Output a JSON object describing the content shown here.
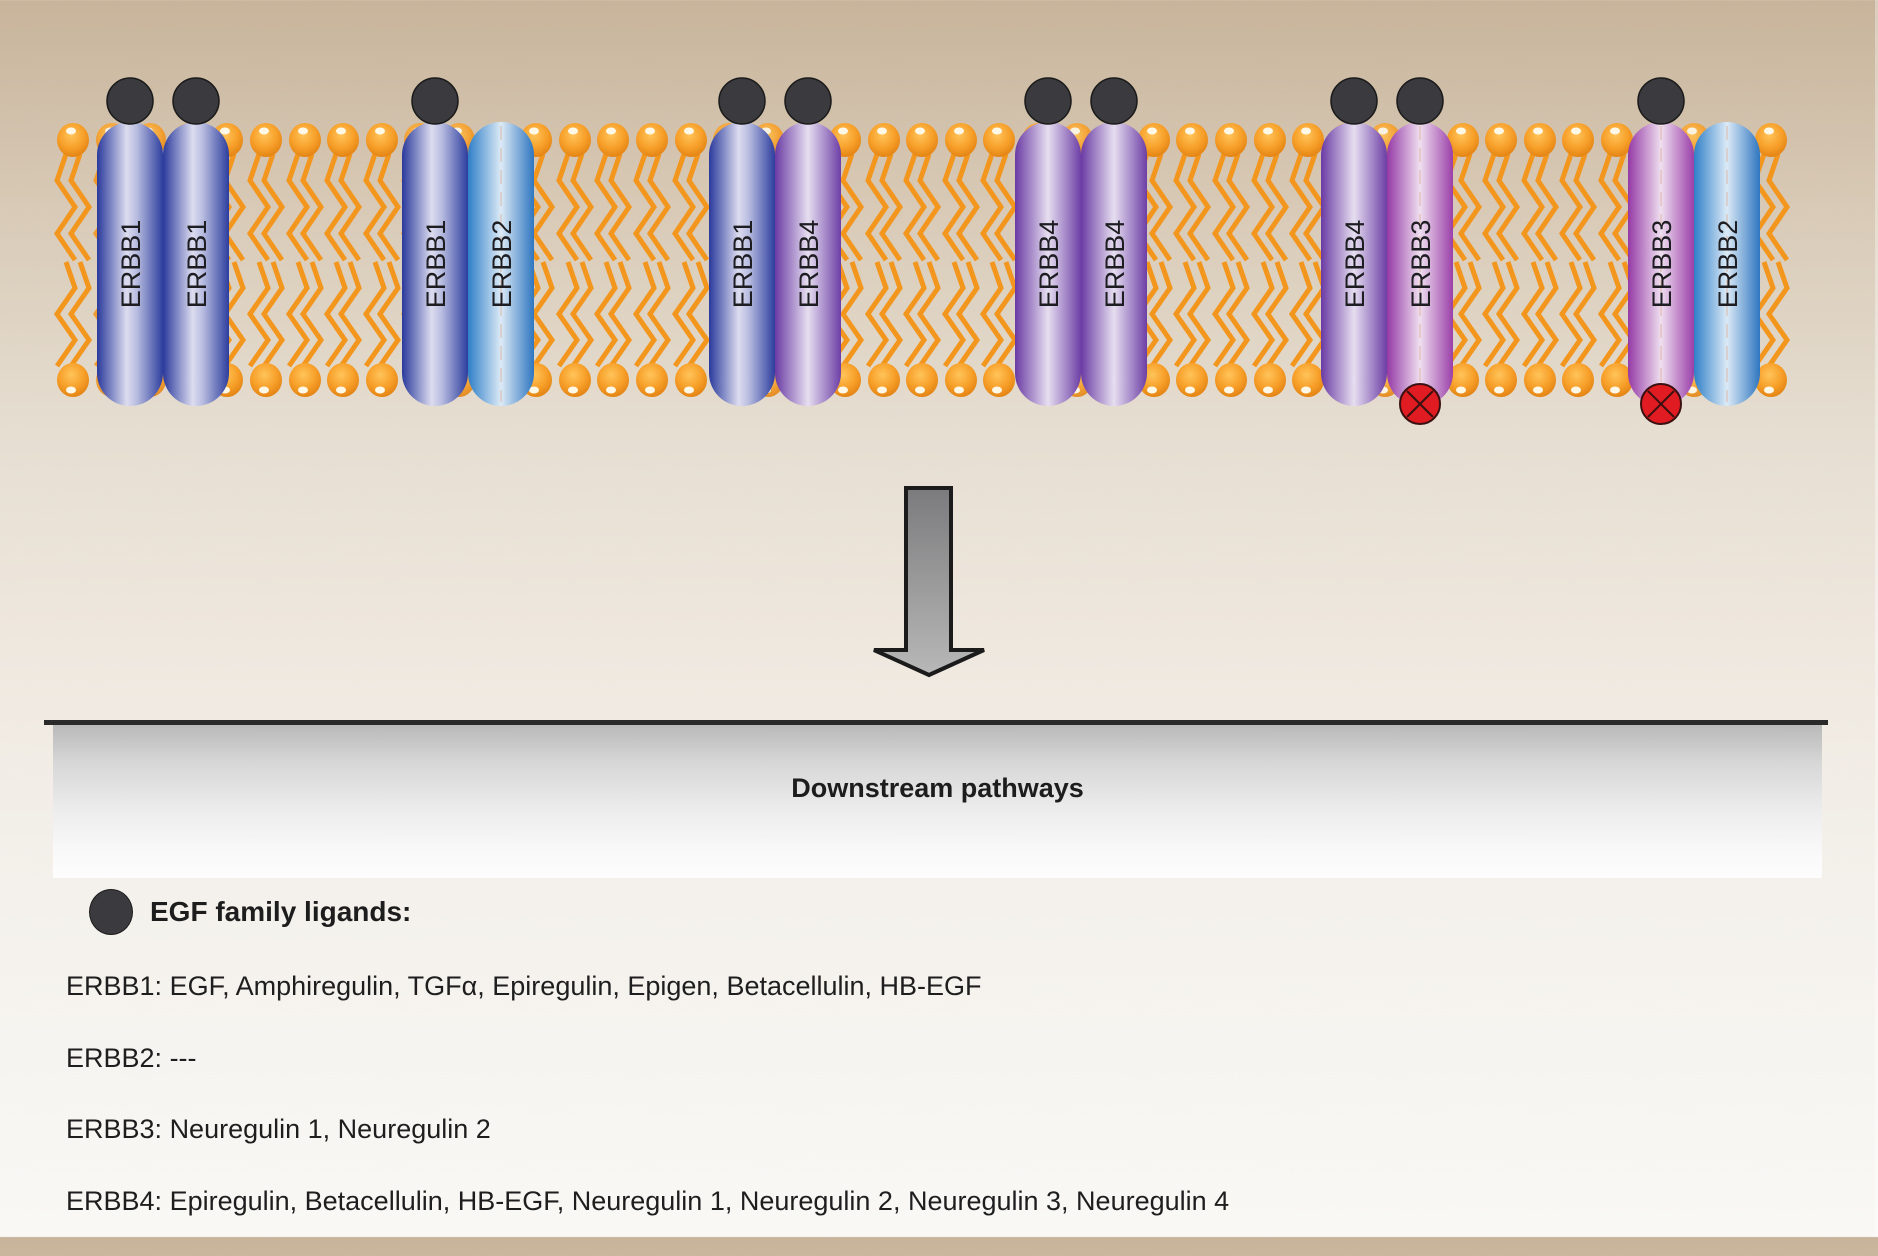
{
  "figure": {
    "type": "ERBB receptor dimerization diagram",
    "colors": {
      "lipid": "#f3961e",
      "ligand": "#3b3b3f",
      "inactive_kinase": "#e11b22",
      "ERBB1": "#2d3e9e",
      "ERBB2": "#2f7fc8",
      "ERBB3": "#9a3fa8",
      "ERBB4": "#6d3fa6"
    }
  },
  "dimers": [
    {
      "receptors": [
        {
          "label": "ERBB1",
          "ligand": true,
          "kinase_inactive": false
        },
        {
          "label": "ERBB1",
          "ligand": true,
          "kinase_inactive": false
        }
      ]
    },
    {
      "receptors": [
        {
          "label": "ERBB1",
          "ligand": true,
          "kinase_inactive": false
        },
        {
          "label": "ERBB2",
          "ligand": false,
          "kinase_inactive": false
        }
      ]
    },
    {
      "receptors": [
        {
          "label": "ERBB1",
          "ligand": true,
          "kinase_inactive": false
        },
        {
          "label": "ERBB4",
          "ligand": true,
          "kinase_inactive": false
        }
      ]
    },
    {
      "receptors": [
        {
          "label": "ERBB4",
          "ligand": true,
          "kinase_inactive": false
        },
        {
          "label": "ERBB4",
          "ligand": true,
          "kinase_inactive": false
        }
      ]
    },
    {
      "receptors": [
        {
          "label": "ERBB4",
          "ligand": true,
          "kinase_inactive": false
        },
        {
          "label": "ERBB3",
          "ligand": true,
          "kinase_inactive": true
        }
      ]
    },
    {
      "receptors": [
        {
          "label": "ERBB3",
          "ligand": true,
          "kinase_inactive": true
        },
        {
          "label": "ERBB2",
          "ligand": false,
          "kinase_inactive": false
        }
      ]
    }
  ],
  "downstream": {
    "title": "Downstream pathways"
  },
  "legend": {
    "icon": "ligand-circle-icon",
    "title": "EGF family ligands:"
  },
  "ligand_table": [
    {
      "receptor": "ERBB1",
      "ligands": "EGF, Amphiregulin, TGFα, Epiregulin, Epigen, Betacellulin, HB-EGF"
    },
    {
      "receptor": "ERBB2",
      "ligands": "---"
    },
    {
      "receptor": "ERBB3",
      "ligands": "Neuregulin 1, Neuregulin 2"
    },
    {
      "receptor": "ERBB4",
      "ligands": "Epiregulin, Betacellulin, HB-EGF, Neuregulin 1, Neuregulin 2, Neuregulin 3, Neuregulin 4"
    }
  ]
}
